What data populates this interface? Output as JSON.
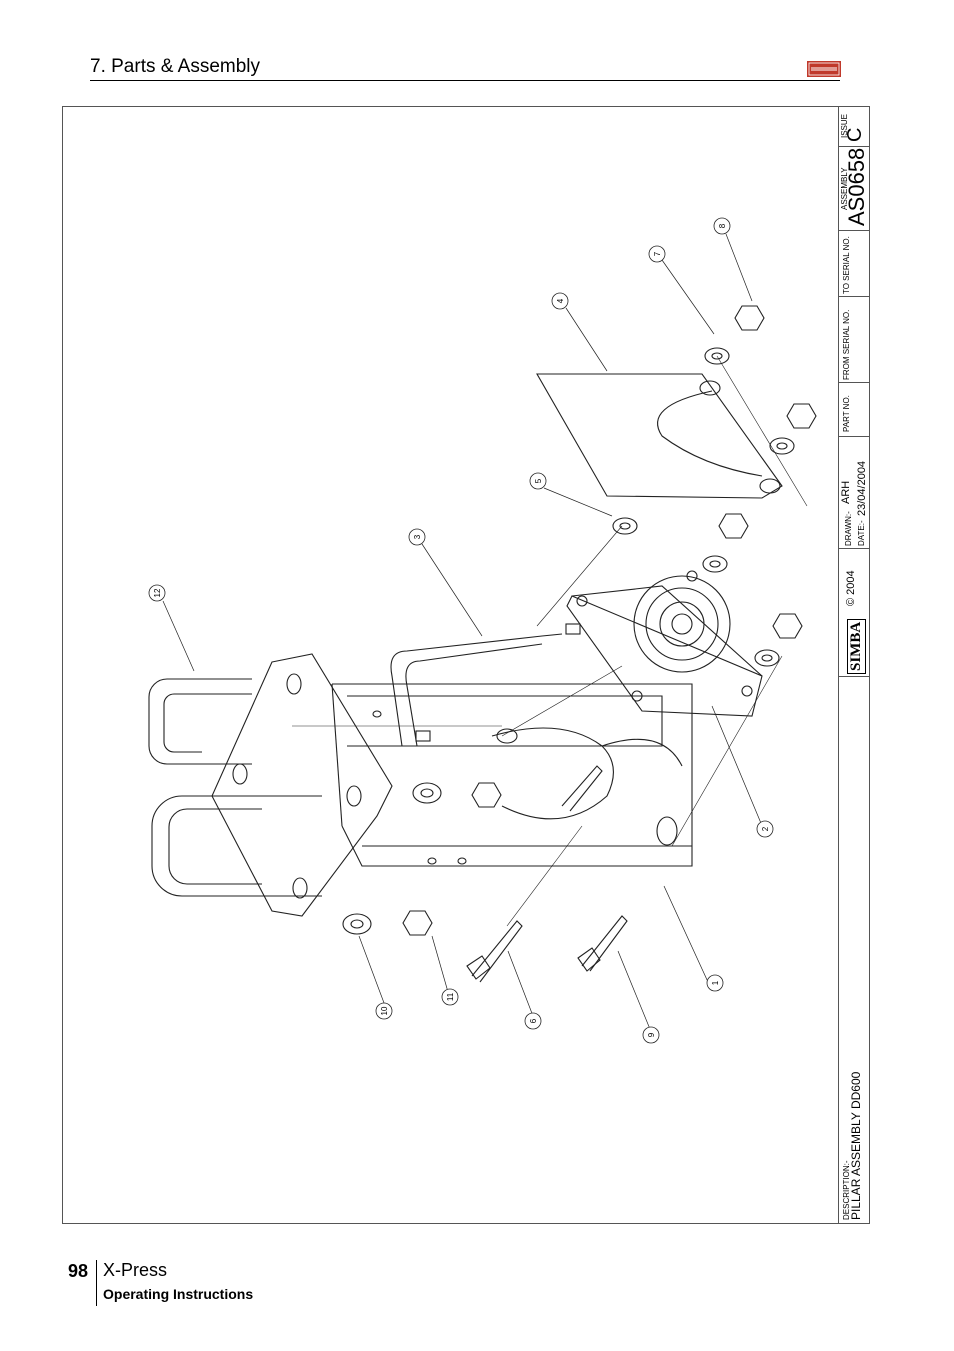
{
  "header": {
    "section_title": "7. Parts & Assembly",
    "logo_text": "SIMBA"
  },
  "drawing": {
    "description_label": "DESCRIPTION:-",
    "description": "PILLAR ASSEMBLY DD600",
    "copyright": "© 2004",
    "company": "SIMBA",
    "drawn_label": "DRAWN:-",
    "drawn_by": "ARH",
    "date_label": "DATE:-",
    "date": "23/04/2004",
    "part_no_label": "PART NO.",
    "from_serial_label": "FROM SERIAL NO.",
    "to_serial_label": "TO SERIAL NO.",
    "assembly_label": "ASSEMBLY",
    "assembly_no": "AS0658",
    "issue_label": "ISSUE",
    "issue": "C",
    "part_callouts": [
      "1",
      "2",
      "3",
      "4",
      "5",
      "6",
      "7",
      "8",
      "9",
      "10",
      "11",
      "12"
    ]
  },
  "footer": {
    "page_number": "98",
    "product": "X-Press",
    "subtitle": "Operating Instructions"
  }
}
